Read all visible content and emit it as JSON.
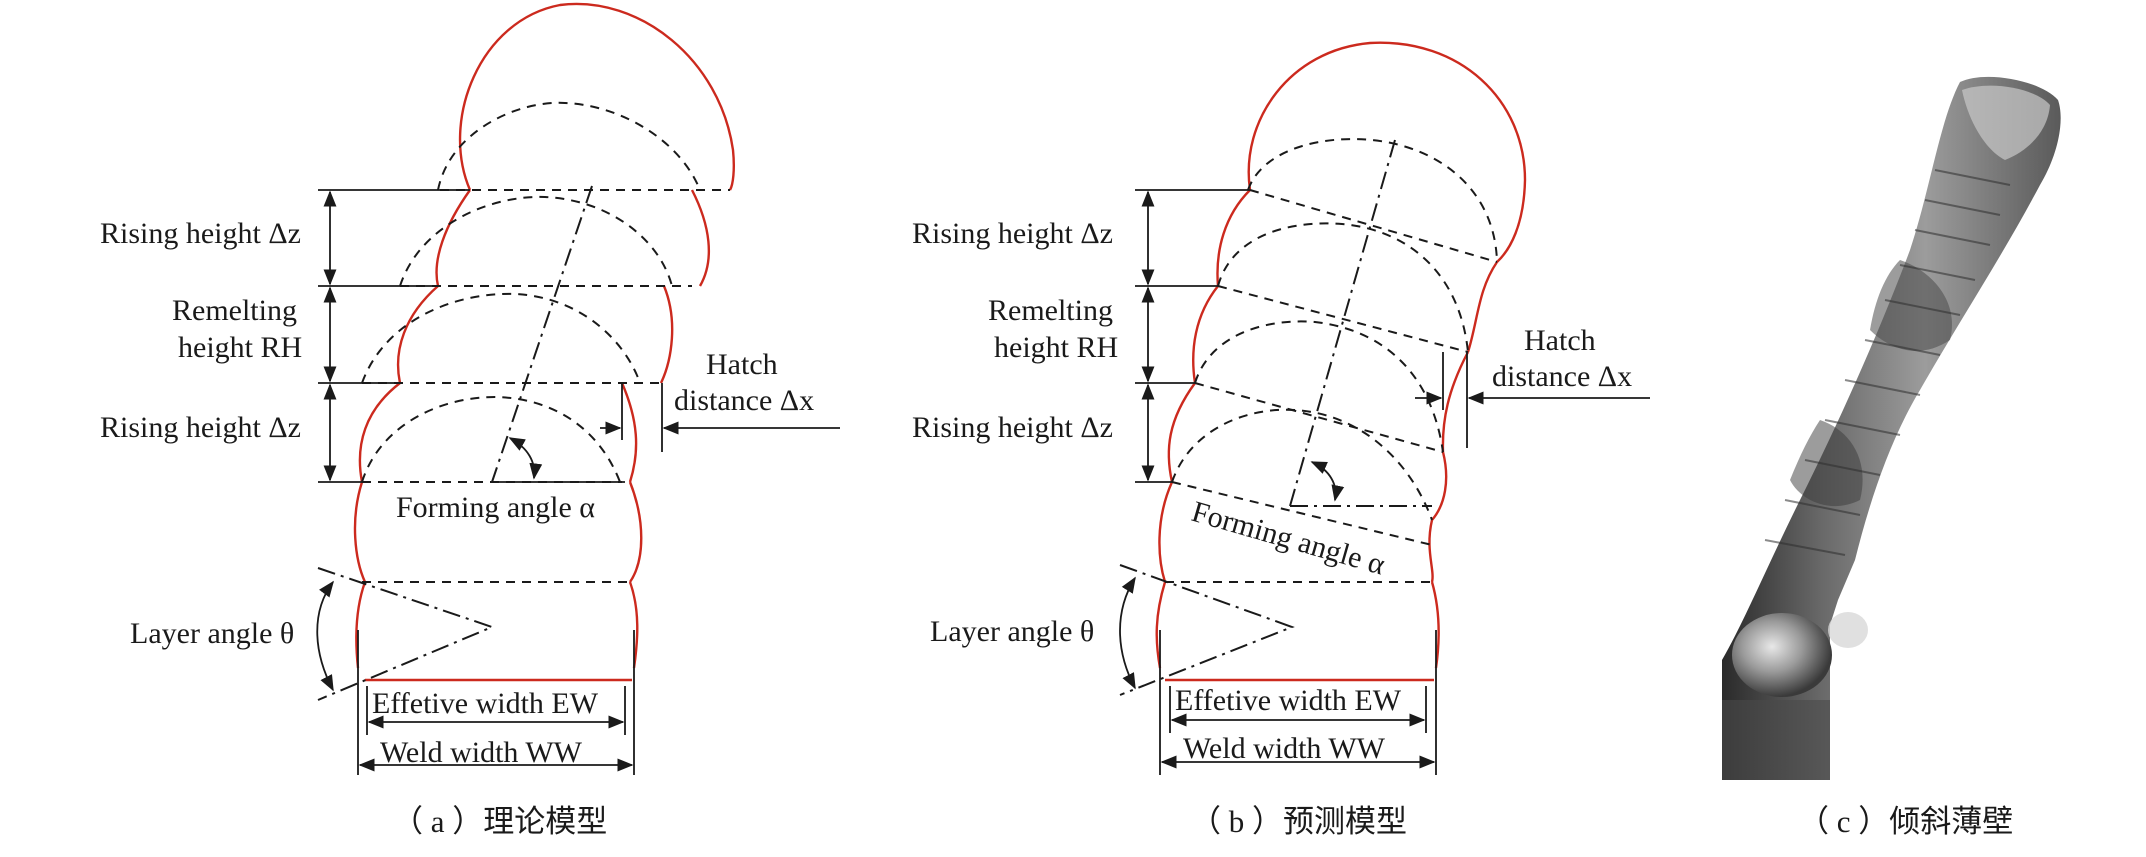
{
  "panel_a": {
    "rising_height_top": "Rising height Δz",
    "remelting_line1": "Remelting",
    "remelting_line2": "height RH",
    "rising_height_bottom": "Rising height Δz",
    "hatch_line1": "Hatch",
    "hatch_line2": "distance Δx",
    "forming_angle": "Forming angle α",
    "layer_angle": "Layer angle θ",
    "effective_width": "Effetive width EW",
    "weld_width": "Weld width WW",
    "caption": "（ a ）理论模型"
  },
  "panel_b": {
    "rising_height_top": "Rising height Δz",
    "remelting_line1": "Remelting",
    "remelting_line2": "height RH",
    "rising_height_bottom": "Rising height Δz",
    "hatch_line1": "Hatch",
    "hatch_line2": "distance Δx",
    "forming_angle": "Forming angle α",
    "layer_angle": "Layer angle θ",
    "effective_width": "Effetive width EW",
    "weld_width": "Weld width WW",
    "caption": "（ b ）预测模型"
  },
  "panel_c": {
    "caption": "（ c ）倾斜薄壁"
  },
  "colors": {
    "bead_outline": "#cc2a1e",
    "line": "#1a1a1a",
    "background": "#ffffff"
  }
}
